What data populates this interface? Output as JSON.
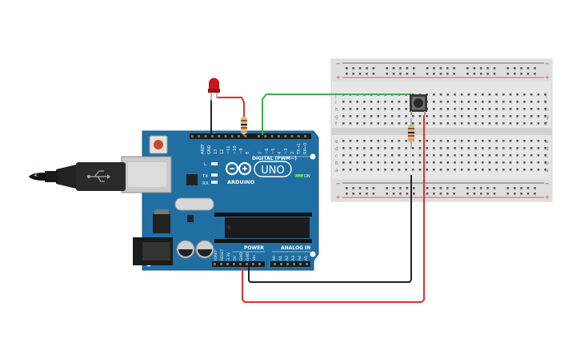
{
  "board": {
    "logo_text": "UNO",
    "brand": "ARDUINO",
    "on_label": "ON",
    "digital_label": "DIGITAL (PWM~)",
    "power_label": "POWER",
    "analog_label": "ANALOG IN",
    "led_l": "L",
    "led_tx": "TX",
    "led_rx": "RX",
    "digital_pins": [
      "AREF",
      "GND",
      "13",
      "12",
      "~11",
      "~10",
      "~9",
      "8",
      "7",
      "~6",
      "~5",
      "4",
      "~3",
      "2",
      "TX→1",
      "RX←0"
    ],
    "power_pins": [
      "IOREF",
      "RESET",
      "3.3V",
      "5V",
      "GND",
      "GND",
      "Vin"
    ],
    "analog_pins": [
      "A0",
      "A1",
      "A2",
      "A3",
      "A4",
      "A5"
    ]
  },
  "breadboard": {
    "row_letters_top": [
      "j",
      "i",
      "h",
      "g",
      "f"
    ],
    "row_letters_bottom": [
      "e",
      "d",
      "c",
      "b",
      "a"
    ],
    "rail_minus": "−",
    "rail_plus": "+"
  },
  "colors": {
    "board_blue": "#1f6fa3",
    "wire_green": "#3bb34a",
    "wire_red": "#e0302a",
    "wire_black": "#222222",
    "led_red": "#c8161d"
  },
  "icons": {
    "usb_cable": "usb-cable-icon",
    "led": "red-led-icon",
    "button": "pushbutton-icon",
    "resistor": "resistor-icon"
  }
}
